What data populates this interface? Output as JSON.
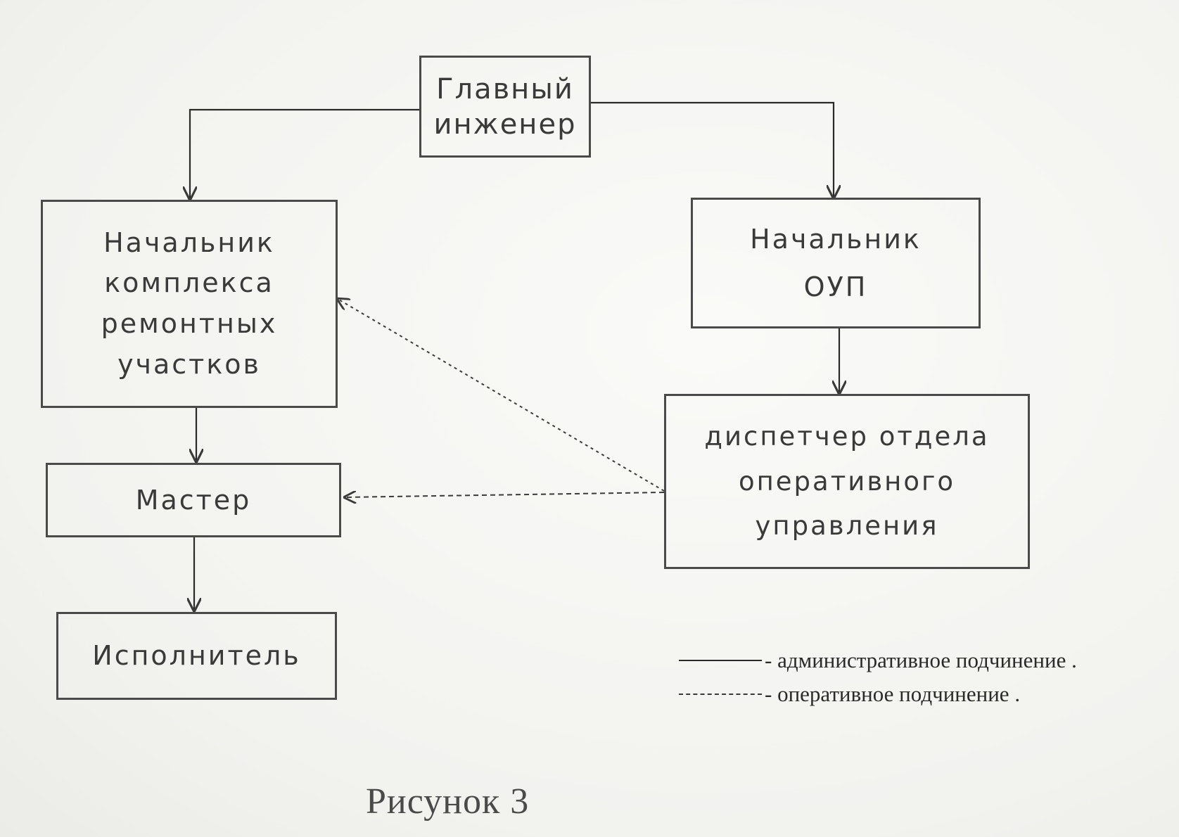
{
  "nodes": {
    "chief_engineer": {
      "lines": [
        "Главный",
        "инженер"
      ]
    },
    "head_repair_complex": {
      "lines": [
        "Начальник",
        "комплекса",
        "ремонтных",
        "участков"
      ]
    },
    "head_oup": {
      "lines": [
        "Начальник",
        "ОУП"
      ]
    },
    "master": {
      "lines": [
        "Мастер"
      ]
    },
    "dispatcher": {
      "lines": [
        "диспетчер отдела",
        "оперативного",
        "управления"
      ]
    },
    "executor": {
      "lines": [
        "Исполнитель"
      ]
    }
  },
  "edges": [
    {
      "from": "chief_engineer",
      "to": "head_repair_complex",
      "kind": "administrative"
    },
    {
      "from": "chief_engineer",
      "to": "head_oup",
      "kind": "administrative"
    },
    {
      "from": "head_oup",
      "to": "dispatcher",
      "kind": "administrative"
    },
    {
      "from": "head_repair_complex",
      "to": "master",
      "kind": "administrative"
    },
    {
      "from": "master",
      "to": "executor",
      "kind": "administrative"
    },
    {
      "from": "dispatcher",
      "to": "head_repair_complex",
      "kind": "operational"
    },
    {
      "from": "dispatcher",
      "to": "master",
      "kind": "operational"
    }
  ],
  "legend": {
    "administrative": "- административное подчинение .",
    "operational": "- оперативное подчинение ."
  },
  "caption": "Рисунок 3",
  "colors": {
    "line": "#2a2a2a",
    "text": "#3a3a3a",
    "background": "#f6f6f4"
  }
}
